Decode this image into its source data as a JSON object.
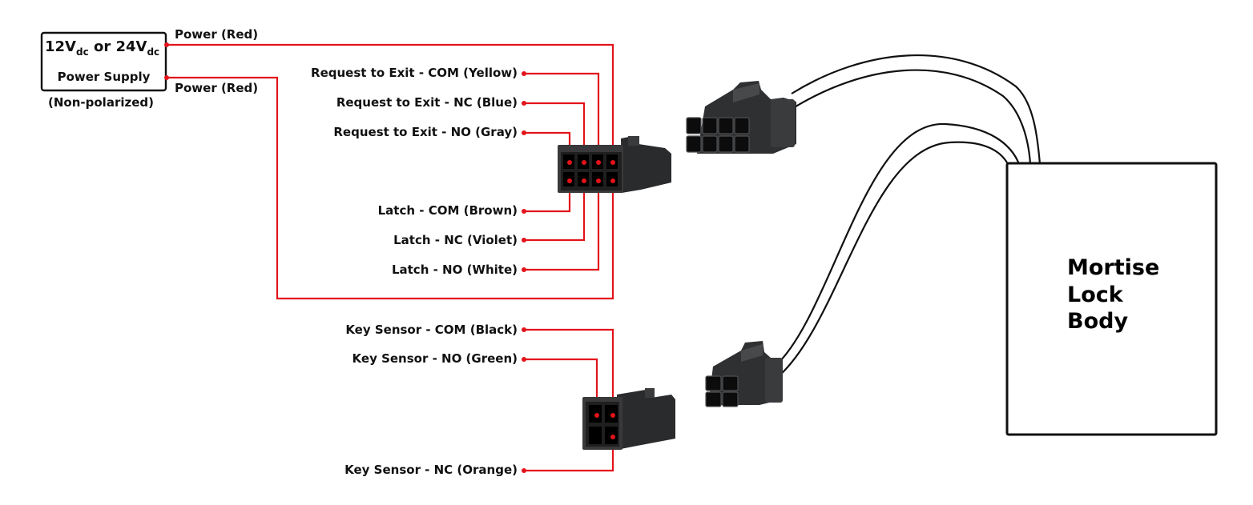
{
  "colors": {
    "wire": "#e3131b",
    "connector": "#333436",
    "connector_dark": "#1c1c1d",
    "outline": "#111111"
  },
  "power_supply": {
    "line1_a": "12V",
    "line1_a_sub": "dc",
    "line1_or": " or ",
    "line1_b": "24V",
    "line1_b_sub": "dc",
    "line2": "Power Supply",
    "note": "(Non-polarized)"
  },
  "power_labels": [
    "Power (Red)",
    "Power (Red)"
  ],
  "main_connector_labels": {
    "top": [
      "Request to Exit - COM (Yellow)",
      "Request to Exit - NC (Blue)",
      "Request to Exit - NO (Gray)"
    ],
    "bottom": [
      "Latch - COM (Brown)",
      "Latch - NC (Violet)",
      "Latch - NO (White)"
    ]
  },
  "key_connector_labels": {
    "top": [
      "Key Sensor - COM (Black)",
      "Key Sensor - NO (Green)"
    ],
    "bottom": [
      "Key Sensor - NC (Orange)"
    ]
  },
  "lock_body": {
    "line1": "Mortise",
    "line2": "Lock",
    "line3": "Body"
  }
}
